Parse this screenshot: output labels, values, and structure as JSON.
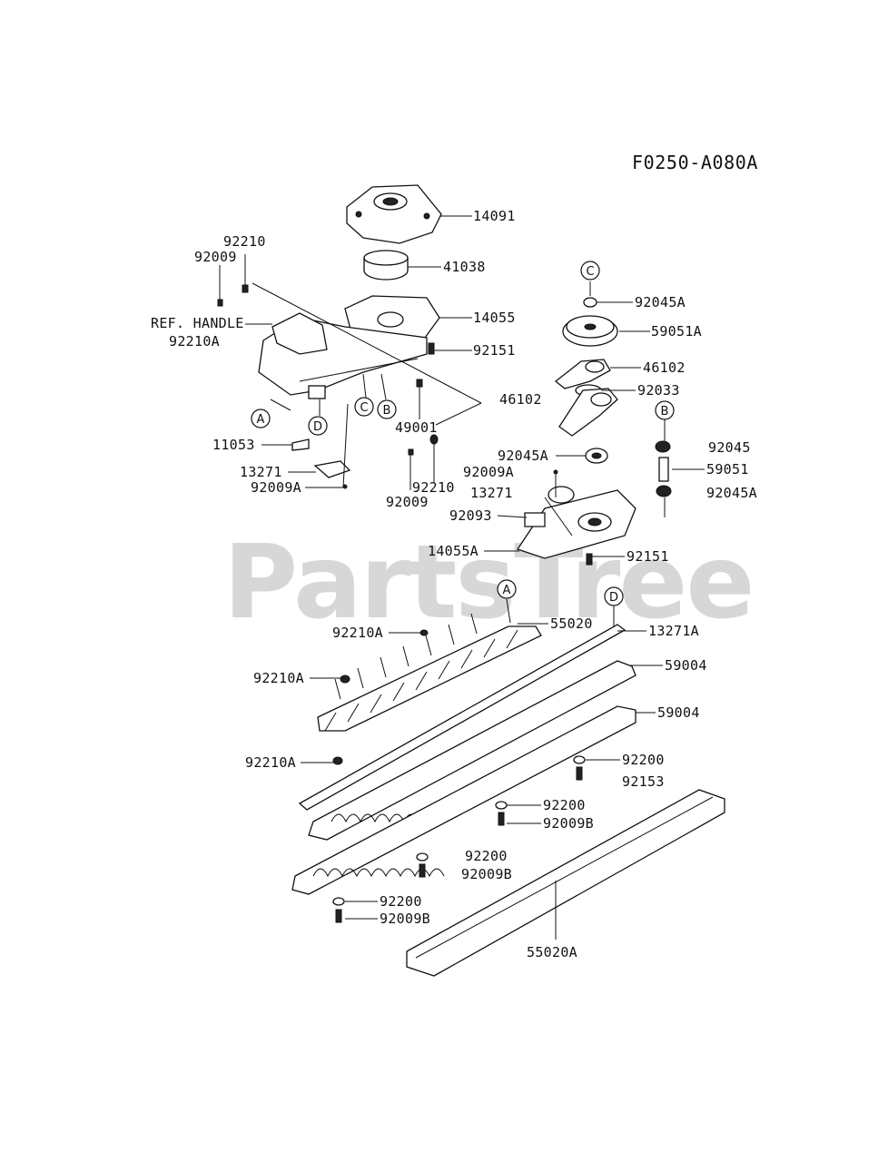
{
  "diagram_code": "F0250-A080A",
  "watermark": "PartsTree",
  "ref_markers": [
    "A",
    "B",
    "C",
    "D"
  ],
  "part_labels": [
    "14091",
    "92210",
    "92009",
    "41038",
    "REF. HANDLE",
    "92210A",
    "14055",
    "92151",
    "11053",
    "49001",
    "13271",
    "92009A",
    "92210",
    "92009",
    "92045A",
    "59051A",
    "46102",
    "92033",
    "46102",
    "92045A",
    "92045",
    "59051",
    "92009A",
    "13271",
    "92045A",
    "92093",
    "14055A",
    "92151",
    "92210A",
    "55020",
    "13271A",
    "92210A",
    "59004",
    "59004",
    "92210A",
    "92200",
    "92153",
    "92200",
    "92009B",
    "92200",
    "92009B",
    "92200",
    "92009B",
    "55020A"
  ]
}
